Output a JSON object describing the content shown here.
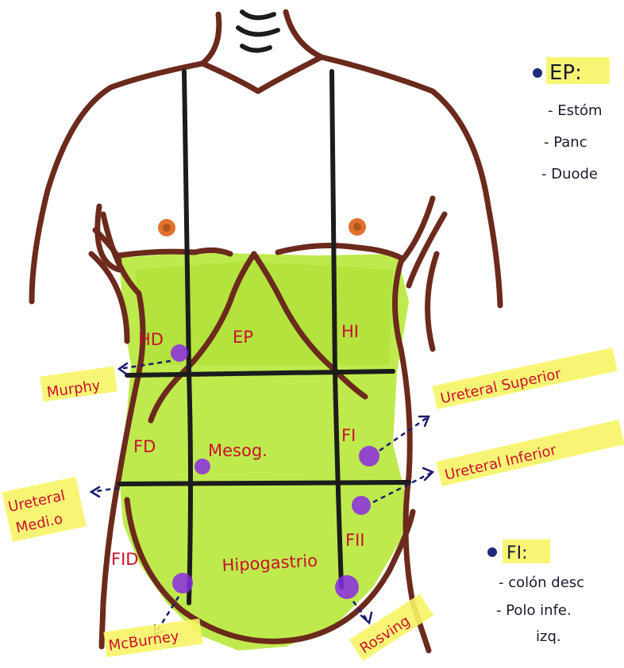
{
  "regions": {
    "hd": "HD",
    "ep": "EP",
    "hi": "HI",
    "fd": "FD",
    "meso": "Mesog.",
    "fi": "FI",
    "fid": "FID",
    "hipo": "Hipogastrio",
    "fii": "FII"
  },
  "signs": {
    "murphy": "Murphy",
    "ureteral_superior": "Ureteral Superior",
    "ureteral_inferior": "Ureteral Inferior",
    "ureteral_medio_1": "Ureteral",
    "ureteral_medio_2": "Medi.o",
    "mcburney": "McBurney",
    "rosving": "Rosving"
  },
  "notes": {
    "ep_title": "EP:",
    "ep_items": [
      "- Estóm",
      "- Panc",
      "- Duode"
    ],
    "fi_title": "FI:",
    "fi_items": [
      "- colón desc",
      "- Polo infe.",
      "izq."
    ]
  },
  "colors": {
    "skin_outline": "#6b2a1c",
    "fill": "#b8e83a",
    "grid": "#1c1c1c",
    "label": "#c8102e",
    "point": "#8a2be2",
    "highlight": "#f7f466",
    "arrow": "#1a1a6e"
  }
}
